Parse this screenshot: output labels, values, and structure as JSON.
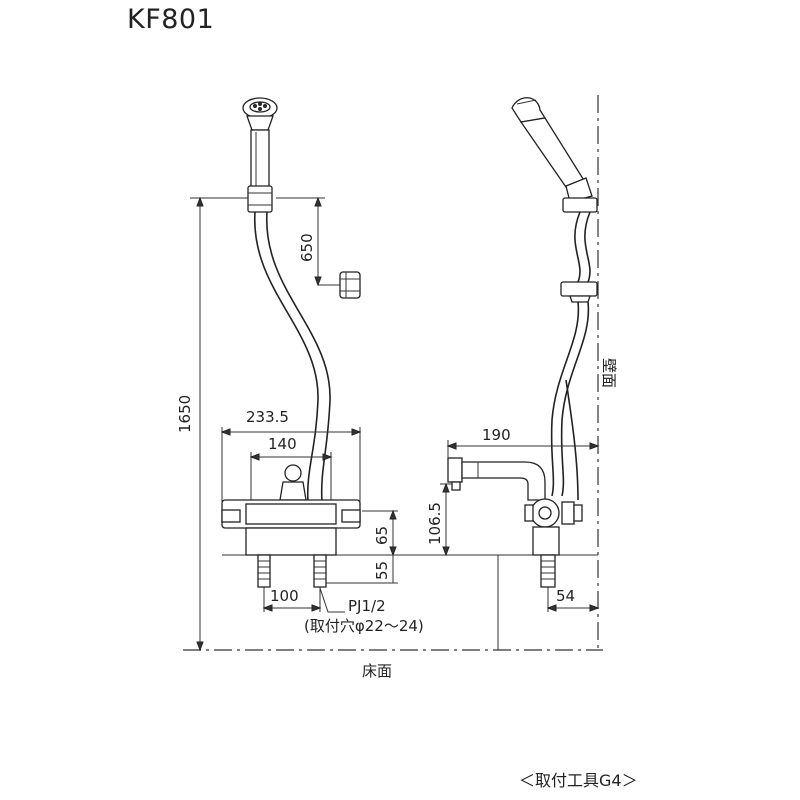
{
  "model": "KF801",
  "footer_note": "＜取付工具G4＞",
  "floor_label": "床面",
  "wall_label": "壁面",
  "dimensions": {
    "overall_height": "1650",
    "hanger_offset": "650",
    "overall_width": "233.5",
    "handle_width": "140",
    "body_height": "65",
    "leg_height": "55",
    "leg_pitch": "100",
    "spout_reach": "190",
    "spout_height": "106.5",
    "leg_offset": "54"
  },
  "notes": {
    "connection": "PJ1/2",
    "mount_hole": "(取付穴φ22～24)"
  }
}
